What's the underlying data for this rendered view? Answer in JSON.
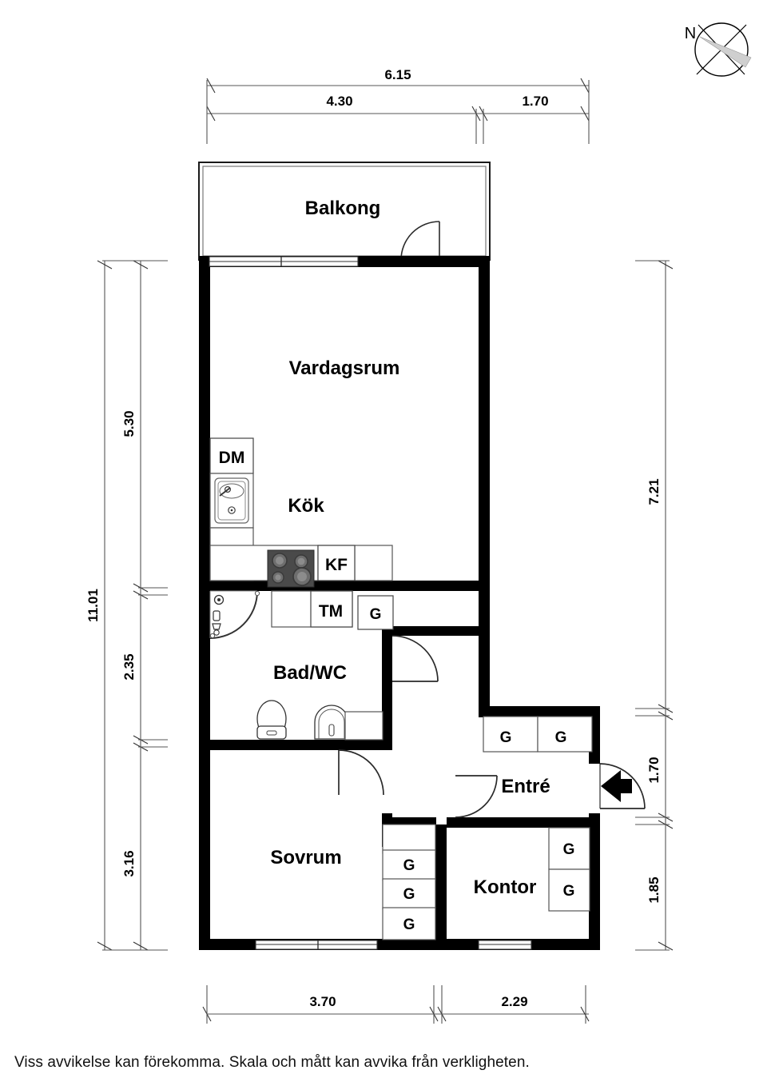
{
  "document": {
    "type": "floor-plan",
    "footer_note": "Viss avvikelse kan förekomma. Skala och mått kan avvika från verkligheten."
  },
  "compass": {
    "label": "N"
  },
  "rooms": [
    {
      "id": "balkong",
      "label": "Balkong"
    },
    {
      "id": "vardagsrum",
      "label": "Vardagsrum"
    },
    {
      "id": "kok",
      "label": "Kök"
    },
    {
      "id": "badwc",
      "label": "Bad/WC"
    },
    {
      "id": "sovrum",
      "label": "Sovrum"
    },
    {
      "id": "entre",
      "label": "Entré"
    },
    {
      "id": "kontor",
      "label": "Kontor"
    }
  ],
  "appliances": [
    {
      "id": "dm",
      "label": "DM"
    },
    {
      "id": "kf",
      "label": "KF"
    },
    {
      "id": "tm",
      "label": "TM"
    }
  ],
  "closets": [
    {
      "id": "g-kitchen",
      "label": "G"
    },
    {
      "id": "g-entre-1",
      "label": "G"
    },
    {
      "id": "g-entre-2",
      "label": "G"
    },
    {
      "id": "g-sovrum-1",
      "label": "G"
    },
    {
      "id": "g-sovrum-2",
      "label": "G"
    },
    {
      "id": "g-sovrum-3",
      "label": "G"
    },
    {
      "id": "g-kontor-1",
      "label": "G"
    },
    {
      "id": "g-kontor-2",
      "label": "G"
    }
  ],
  "dimensions": {
    "top_outer": "6.15",
    "top_inner_left": "4.30",
    "top_inner_right": "1.70",
    "left_outer": "11.01",
    "left_inner_top": "5.30",
    "left_inner_mid": "2.35",
    "left_inner_bottom": "3.16",
    "right_top": "7.21",
    "right_mid": "1.70",
    "right_bottom": "1.85",
    "bottom_left": "3.70",
    "bottom_right": "2.29"
  }
}
